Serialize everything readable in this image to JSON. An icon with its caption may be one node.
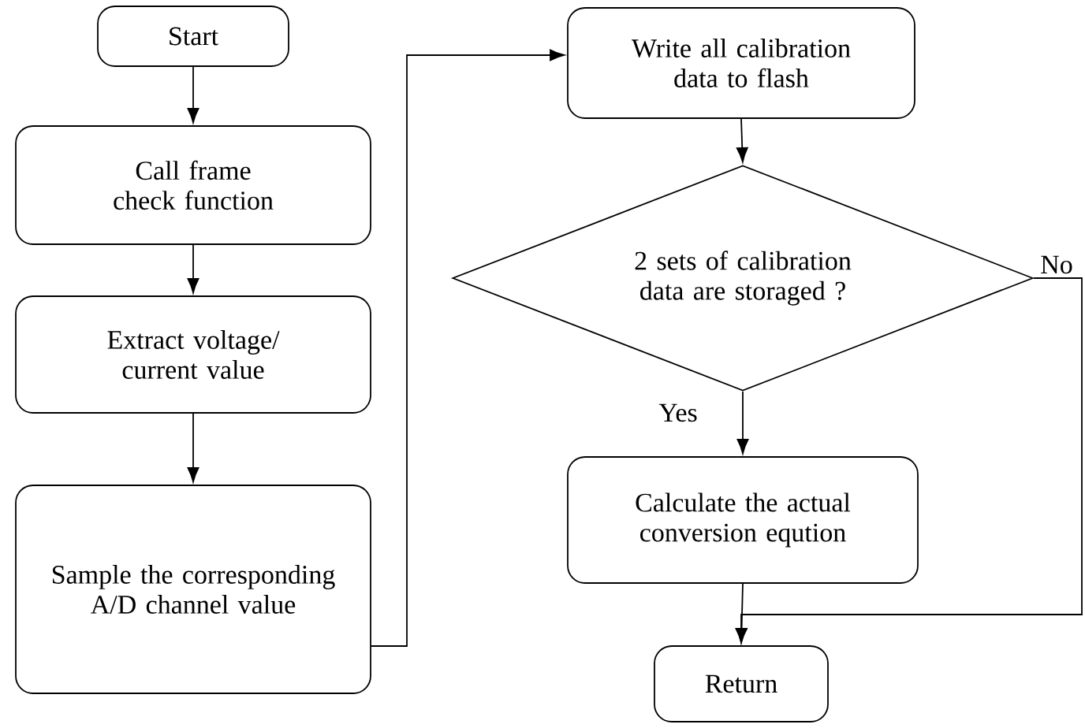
{
  "diagram": {
    "nodes": [
      {
        "text": [
          "Start"
        ]
      },
      {
        "text": [
          "Call frame check function"
        ]
      },
      {
        "text": [
          "Extract voltage/ current value"
        ]
      },
      {
        "text": [
          "Sample the corresponding A/D channel value"
        ]
      },
      {
        "text": [
          "Write all calibration data to flash"
        ]
      },
      {
        "text": [
          "2 sets of calibration data are storaged ?"
        ]
      },
      {
        "text": [
          "Calculate the actual conversion eqution"
        ]
      },
      {
        "text": [
          "Return"
        ]
      }
    ],
    "edges": [
      {
        "from": 0,
        "to": 1,
        "arrow": "to"
      },
      {
        "from": 1,
        "to": 2,
        "arrow": "to"
      },
      {
        "from": 2,
        "to": 3,
        "arrow": "to"
      },
      {
        "from": 3,
        "to": 4,
        "arrow": "to"
      },
      {
        "from": 4,
        "to": 5,
        "arrow": "to"
      },
      {
        "from": 5,
        "to": 6,
        "arrow": "to",
        "label": "Yes"
      },
      {
        "from": 5,
        "to": 7,
        "arrow": "to",
        "label": "No"
      },
      {
        "from": 6,
        "to": 7,
        "arrow": "to"
      }
    ]
  }
}
